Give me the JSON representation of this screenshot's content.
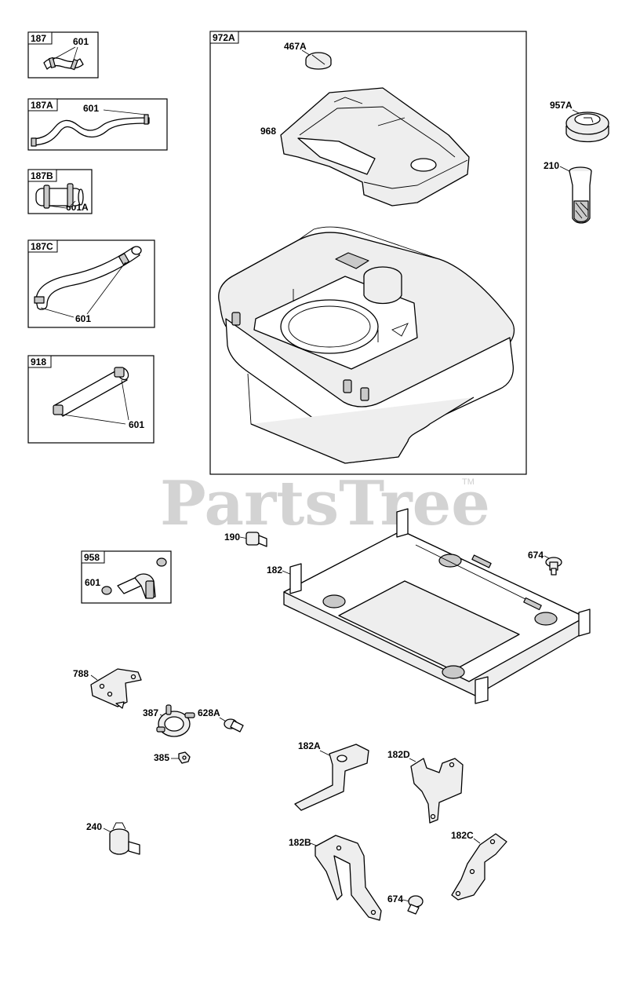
{
  "watermark": {
    "text": "PartsTree",
    "trademark": "TM"
  },
  "boxes": {
    "b187": {
      "id": "187",
      "labels": [
        "601"
      ]
    },
    "b187A": {
      "id": "187A",
      "labels": [
        "601"
      ]
    },
    "b187B": {
      "id": "187B",
      "labels": [
        "601A"
      ]
    },
    "b187C": {
      "id": "187C",
      "labels": [
        "601"
      ]
    },
    "b918": {
      "id": "918",
      "labels": [
        "601"
      ]
    },
    "b958": {
      "id": "958",
      "labels": [
        "601"
      ]
    },
    "b972A": {
      "id": "972A",
      "labels": [
        "467A",
        "968"
      ]
    }
  },
  "parts": {
    "p957A": "957A",
    "p210": "210",
    "p190": "190",
    "p182": "182",
    "p674a": "674",
    "p788": "788",
    "p387": "387",
    "p628A": "628A",
    "p385": "385",
    "p240": "240",
    "p182A": "182A",
    "p182D": "182D",
    "p182B": "182B",
    "p182C": "182C",
    "p674b": "674"
  }
}
